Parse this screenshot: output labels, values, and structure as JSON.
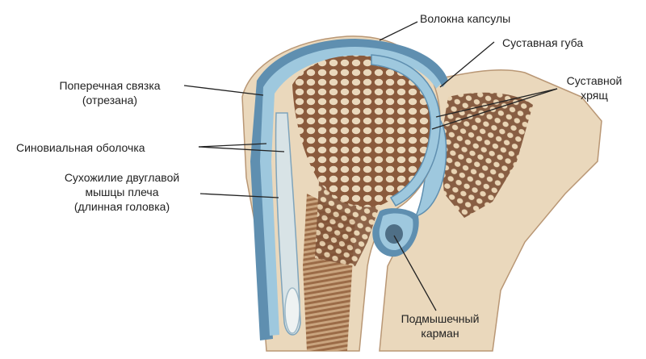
{
  "labels": {
    "fibers": "Волокна капсулы",
    "labrum": "Суставная губа",
    "cavity": [
      "Суставной",
      "хрящ"
    ],
    "transverse": [
      "Поперечная связка",
      "(отрезана)"
    ],
    "synovial": "Синовиальная оболочка",
    "tendon": [
      "Сухожилие двуглавой",
      "мышцы плеча",
      "(длинная головка)"
    ],
    "axillary": [
      "Подмышечный",
      "карман"
    ]
  },
  "colors": {
    "bone": "#ead8bc",
    "bone_dark": "#8a5a3c",
    "marrow": "#c9a47e",
    "cartilage_blue": "#9ec8de",
    "capsule_blue": "#5f8fb0",
    "leader": "#222222"
  }
}
